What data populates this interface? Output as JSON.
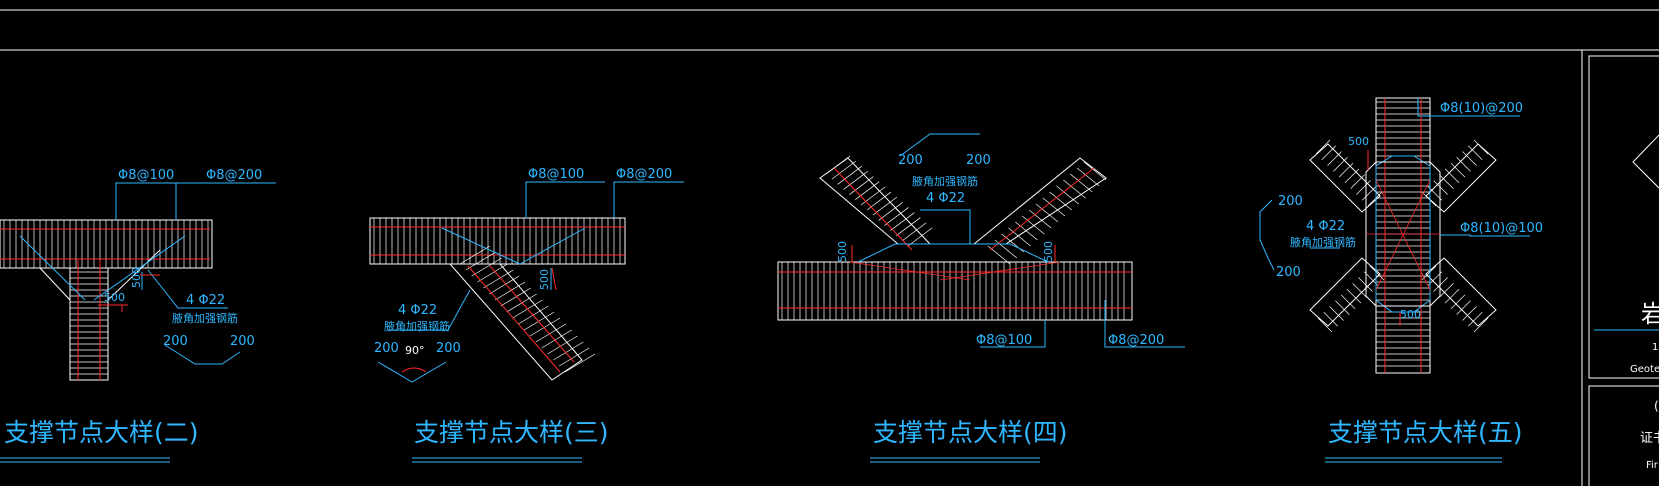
{
  "colors": {
    "background": "#000000",
    "frame": "#ffffff",
    "member": "#ffffff",
    "rebar": "#ff2a2a",
    "annotation": "#2fb7ff",
    "title": "#2fb7ff"
  },
  "details": [
    {
      "title": "支撑节点大样(二)",
      "labels": {
        "stirrup_a": "Φ8@100",
        "stirrup_b": "Φ8@200",
        "dim_500_a": "500",
        "dim_500_b": "500",
        "bar_count": "4 Φ22",
        "bar_note": "腋角加强钢筋",
        "hook_left": "200",
        "hook_right": "200"
      }
    },
    {
      "title": "支撑节点大样(三)",
      "labels": {
        "stirrup_a": "Φ8@100",
        "stirrup_b": "Φ8@200",
        "dim_500": "500",
        "bar_count": "4 Φ22",
        "bar_note": "腋角加强钢筋",
        "hook_left": "200",
        "hook_angle": "90°",
        "hook_right": "200"
      }
    },
    {
      "title": "支撑节点大样(四)",
      "labels": {
        "hook_left": "200",
        "hook_right": "200",
        "bar_note": "腋角加强钢筋",
        "bar_count": "4 Φ22",
        "dim_500_left": "500",
        "dim_500_right": "500",
        "stirrup_a": "Φ8@100",
        "stirrup_b": "Φ8@200"
      }
    },
    {
      "title": "支撑节点大样(五)",
      "labels": {
        "stirrup_top": "Φ8(10)@200",
        "stirrup_right": "Φ8(10)@100",
        "dim_500_top": "500",
        "dim_500_bottom": "500",
        "hook_top": "200",
        "hook_bottom": "200",
        "bar_count": "4 Φ22",
        "bar_note": "腋角加强钢筋"
      }
    }
  ],
  "title_block": {
    "big_char": "岩",
    "small_text": "Geote",
    "cert_label": "证书",
    "item_f": "Fir",
    "line_1": "(",
    "line_2": "1"
  }
}
